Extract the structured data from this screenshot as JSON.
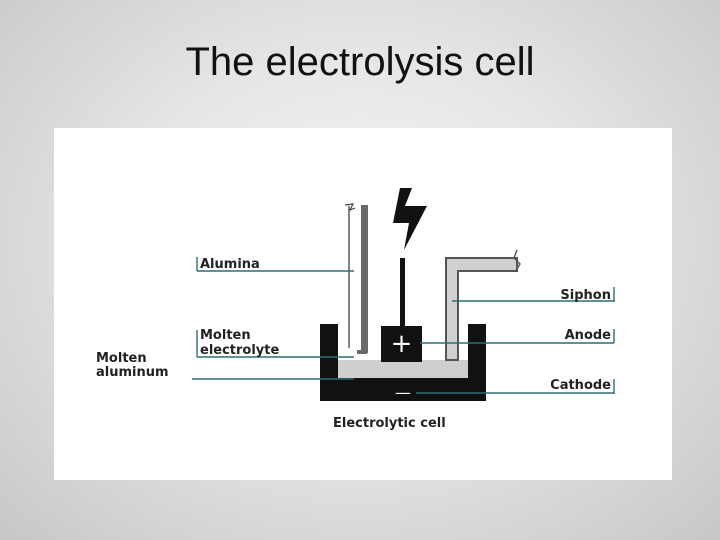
{
  "slide": {
    "title": "The electrolysis cell"
  },
  "diagram": {
    "labels": {
      "alumina": "Alumina",
      "molten_electrolyte_line1": "Molten",
      "molten_electrolyte_line2": "electrolyte",
      "molten_aluminum_line1": "Molten",
      "molten_aluminum_line2": "aluminum",
      "siphon": "Siphon",
      "anode": "Anode",
      "cathode": "Cathode",
      "electrolytic_cell": "Electrolytic cell"
    },
    "symbols": {
      "anode_sign": "+",
      "cathode_sign": "—"
    },
    "colors": {
      "leader_line": "#2f6f73",
      "cell_wall": "#111111",
      "electrolyte": "#ffffff",
      "aluminum": "#cfcfcf",
      "siphon_fill": "#d0d0d0"
    }
  }
}
